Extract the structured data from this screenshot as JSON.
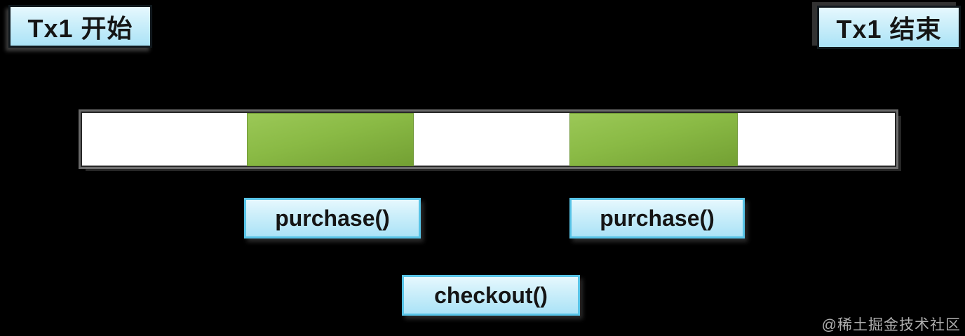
{
  "diagram": {
    "title_hint": "transaction timeline",
    "background_color": "#000000",
    "tx_start": {
      "label": "Tx1 开始"
    },
    "tx_end": {
      "label": "Tx1 结束"
    },
    "timeline": {
      "bar_fill": "#ffffff",
      "segments": [
        {
          "name": "execution-1",
          "color_top": "#9bc857",
          "color_bottom": "#73a033"
        },
        {
          "name": "execution-2",
          "color_top": "#9bc857",
          "color_bottom": "#73a033"
        }
      ]
    },
    "calls": {
      "purchase_1": "purchase()",
      "purchase_2": "purchase()",
      "checkout": "checkout()"
    },
    "colors": {
      "box_fill_top": "#e6f8fe",
      "box_fill_bottom": "#abe3f7",
      "call_box_border": "#58c4e7",
      "tx_box_border": "#10181d"
    },
    "watermark": "@稀土掘金技术社区"
  }
}
